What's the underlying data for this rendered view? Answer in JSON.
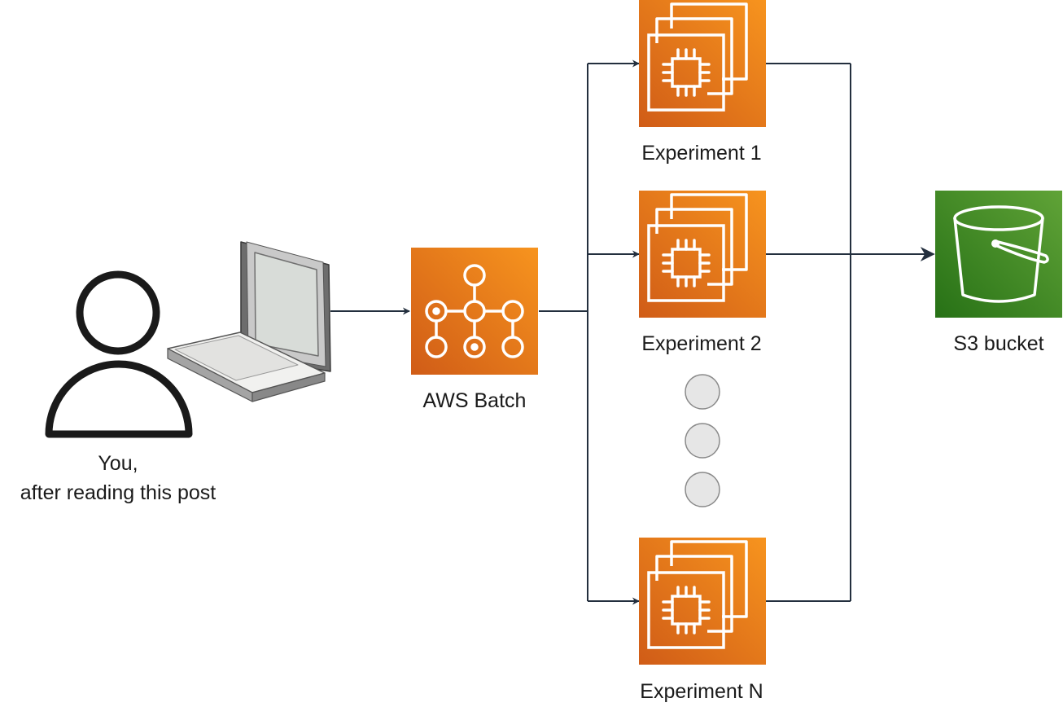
{
  "user": {
    "label_line1": "You,",
    "label_line2": "after reading this post"
  },
  "batch": {
    "label": "AWS Batch",
    "icon": "aws-batch-icon"
  },
  "experiments": [
    {
      "label": "Experiment 1",
      "icon": "ec2-instances-icon"
    },
    {
      "label": "Experiment 2",
      "icon": "ec2-instances-icon"
    },
    {
      "label": "Experiment N",
      "icon": "ec2-instances-icon"
    }
  ],
  "bucket": {
    "label": "S3 bucket",
    "icon": "s3-bucket-icon"
  },
  "colors": {
    "aws_compute_orange_light": "#F7941E",
    "aws_compute_orange_dark": "#D05C17",
    "aws_storage_green_light": "#60A337",
    "aws_storage_green_dark": "#277116",
    "ellipsis_dot_fill": "#E6E6E6",
    "connector": "#232F3E"
  }
}
